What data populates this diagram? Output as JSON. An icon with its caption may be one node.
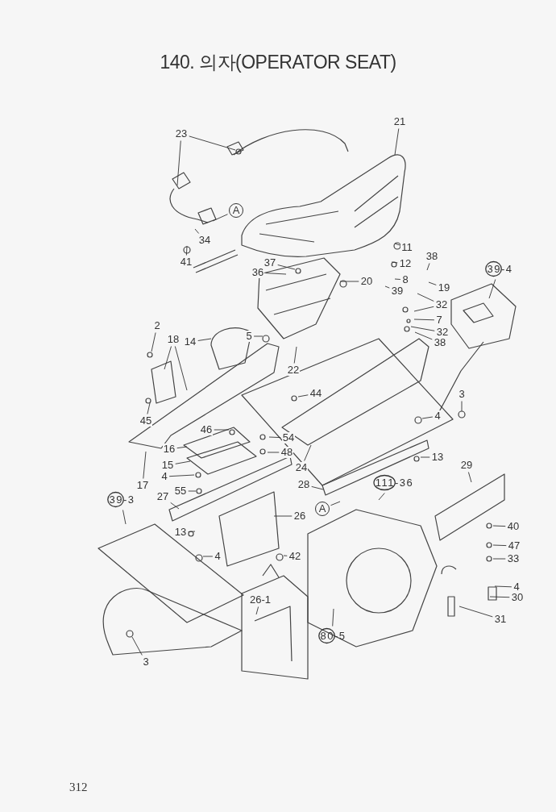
{
  "diagram": {
    "title": "140. 의자(OPERATOR SEAT)",
    "nodes": [
      {
        "text": [
          "23"
        ]
      },
      {
        "text": [
          "21"
        ]
      },
      {
        "text": [
          "A"
        ]
      },
      {
        "text": [
          "34"
        ]
      },
      {
        "text": [
          "41"
        ]
      },
      {
        "text": [
          "37"
        ]
      },
      {
        "text": [
          "36"
        ]
      },
      {
        "text": [
          "20"
        ]
      },
      {
        "text": [
          "11"
        ]
      },
      {
        "text": [
          "12"
        ]
      },
      {
        "text": [
          "8"
        ]
      },
      {
        "text": [
          "38"
        ]
      },
      {
        "text": [
          "19"
        ]
      },
      {
        "text": [
          "39"
        ]
      },
      {
        "text": [
          "32"
        ]
      },
      {
        "text": [
          "7"
        ]
      },
      {
        "text": [
          "32"
        ]
      },
      {
        "text": [
          "38"
        ]
      },
      {
        "text": [
          "39-4"
        ]
      },
      {
        "text": [
          "2"
        ]
      },
      {
        "text": [
          "18"
        ]
      },
      {
        "text": [
          "14"
        ]
      },
      {
        "text": [
          "5"
        ]
      },
      {
        "text": [
          "22"
        ]
      },
      {
        "text": [
          "44"
        ]
      },
      {
        "text": [
          "45"
        ]
      },
      {
        "text": [
          "46"
        ]
      },
      {
        "text": [
          "3"
        ]
      },
      {
        "text": [
          "4"
        ]
      },
      {
        "text": [
          "54"
        ]
      },
      {
        "text": [
          "48"
        ]
      },
      {
        "text": [
          "16"
        ]
      },
      {
        "text": [
          "15"
        ]
      },
      {
        "text": [
          "24"
        ]
      },
      {
        "text": [
          "17"
        ]
      },
      {
        "text": [
          "13"
        ]
      },
      {
        "text": [
          "29"
        ]
      },
      {
        "text": [
          "4"
        ]
      },
      {
        "text": [
          "55"
        ]
      },
      {
        "text": [
          "28"
        ]
      },
      {
        "text": [
          "111-36"
        ]
      },
      {
        "text": [
          "27"
        ]
      },
      {
        "text": [
          "39-3"
        ]
      },
      {
        "text": [
          "26"
        ]
      },
      {
        "text": [
          "A"
        ]
      },
      {
        "text": [
          "40"
        ]
      },
      {
        "text": [
          "13"
        ]
      },
      {
        "text": [
          "47"
        ]
      },
      {
        "text": [
          "4"
        ]
      },
      {
        "text": [
          "42"
        ]
      },
      {
        "text": [
          "33"
        ]
      },
      {
        "text": [
          "4"
        ]
      },
      {
        "text": [
          "30"
        ]
      },
      {
        "text": [
          "26-1"
        ]
      },
      {
        "text": [
          "31"
        ]
      },
      {
        "text": [
          "3"
        ]
      },
      {
        "text": [
          "80-5"
        ]
      }
    ],
    "edges": [
      {
        "from": 0,
        "to": null,
        "arrow": "none"
      },
      {
        "from": 0,
        "to": null,
        "arrow": "none"
      },
      {
        "from": 1,
        "to": null,
        "arrow": "none"
      },
      {
        "from": 2,
        "to": null,
        "arrow": "none"
      },
      {
        "from": 3,
        "to": null,
        "arrow": "none"
      },
      {
        "from": 4,
        "to": null,
        "arrow": "none"
      },
      {
        "from": 5,
        "to": null,
        "arrow": "none"
      },
      {
        "from": 6,
        "to": null,
        "arrow": "none"
      },
      {
        "from": 7,
        "to": null,
        "arrow": "none"
      },
      {
        "from": 8,
        "to": null,
        "arrow": "none"
      },
      {
        "from": 9,
        "to": null,
        "arrow": "none"
      },
      {
        "from": 10,
        "to": null,
        "arrow": "none"
      },
      {
        "from": 11,
        "to": null,
        "arrow": "none"
      },
      {
        "from": 12,
        "to": null,
        "arrow": "none"
      },
      {
        "from": 13,
        "to": null,
        "arrow": "none"
      },
      {
        "from": 14,
        "to": null,
        "arrow": "none"
      },
      {
        "from": 14,
        "to": null,
        "arrow": "none"
      },
      {
        "from": 15,
        "to": null,
        "arrow": "none"
      },
      {
        "from": 16,
        "to": null,
        "arrow": "none"
      },
      {
        "from": 17,
        "to": null,
        "arrow": "none"
      },
      {
        "from": 18,
        "to": null,
        "arrow": "none"
      },
      {
        "from": 19,
        "to": null,
        "arrow": "none"
      },
      {
        "from": 20,
        "to": null,
        "arrow": "none"
      },
      {
        "from": 20,
        "to": null,
        "arrow": "none"
      },
      {
        "from": 21,
        "to": null,
        "arrow": "none"
      },
      {
        "from": 22,
        "to": null,
        "arrow": "none"
      },
      {
        "from": 23,
        "to": null,
        "arrow": "none"
      },
      {
        "from": 24,
        "to": null,
        "arrow": "none"
      },
      {
        "from": 25,
        "to": null,
        "arrow": "none"
      },
      {
        "from": 26,
        "to": null,
        "arrow": "none"
      },
      {
        "from": 27,
        "to": null,
        "arrow": "none"
      },
      {
        "from": 28,
        "to": null,
        "arrow": "none"
      },
      {
        "from": 29,
        "to": null,
        "arrow": "none"
      },
      {
        "from": 30,
        "to": null,
        "arrow": "none"
      },
      {
        "from": 31,
        "to": null,
        "arrow": "none"
      },
      {
        "from": 32,
        "to": null,
        "arrow": "none"
      },
      {
        "from": 33,
        "to": null,
        "arrow": "none"
      },
      {
        "from": 34,
        "to": null,
        "arrow": "none"
      },
      {
        "from": 35,
        "to": null,
        "arrow": "none"
      },
      {
        "from": 36,
        "to": null,
        "arrow": "none"
      },
      {
        "from": 37,
        "to": null,
        "arrow": "none"
      },
      {
        "from": 38,
        "to": null,
        "arrow": "none"
      },
      {
        "from": 39,
        "to": null,
        "arrow": "none"
      },
      {
        "from": 40,
        "to": null,
        "arrow": "none"
      },
      {
        "from": 41,
        "to": null,
        "arrow": "none"
      },
      {
        "from": 42,
        "to": null,
        "arrow": "none"
      },
      {
        "from": 43,
        "to": null,
        "arrow": "none"
      },
      {
        "from": 44,
        "to": null,
        "arrow": "none"
      },
      {
        "from": 45,
        "to": null,
        "arrow": "none"
      },
      {
        "from": 46,
        "to": null,
        "arrow": "none"
      },
      {
        "from": 47,
        "to": null,
        "arrow": "none"
      },
      {
        "from": 48,
        "to": null,
        "arrow": "none"
      },
      {
        "from": 49,
        "to": null,
        "arrow": "none"
      },
      {
        "from": 50,
        "to": null,
        "arrow": "none"
      },
      {
        "from": 51,
        "to": null,
        "arrow": "none"
      },
      {
        "from": 52,
        "to": null,
        "arrow": "none"
      },
      {
        "from": 53,
        "to": null,
        "arrow": "none"
      },
      {
        "from": 54,
        "to": null,
        "arrow": "none"
      },
      {
        "from": 55,
        "to": null,
        "arrow": "none"
      },
      {
        "from": 56,
        "to": null,
        "arrow": "none"
      }
    ],
    "labels": [
      "312"
    ]
  }
}
